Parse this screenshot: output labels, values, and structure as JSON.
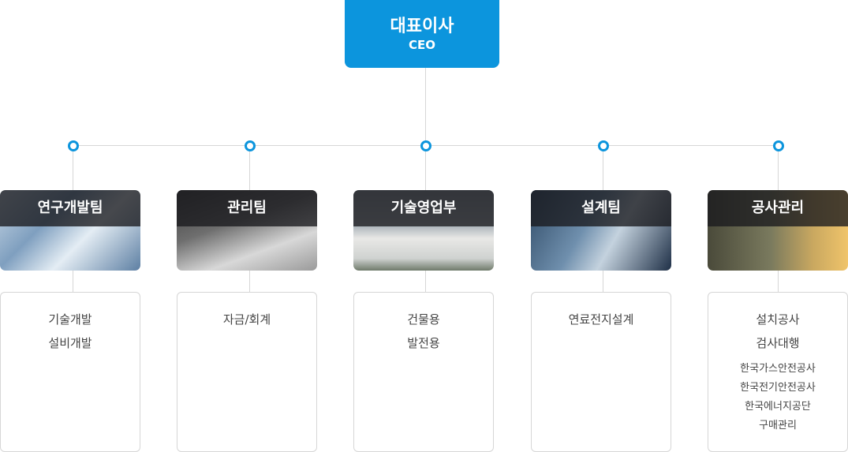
{
  "ceo": {
    "title": "대표이사",
    "subtitle": "CEO"
  },
  "colors": {
    "accent": "#0c95dd",
    "line": "#d6d6d6",
    "label_band": "#19191e"
  },
  "departments": [
    {
      "name": "연구개발팀",
      "items": [
        "기술개발",
        "설비개발"
      ],
      "sub_items": []
    },
    {
      "name": "관리팀",
      "items": [
        "자금/회계"
      ],
      "sub_items": []
    },
    {
      "name": "기술영업부",
      "items": [
        "건물용",
        "발전용"
      ],
      "sub_items": []
    },
    {
      "name": "설계팀",
      "items": [
        "연료전지설계"
      ],
      "sub_items": []
    },
    {
      "name": "공사관리",
      "items": [
        "설치공사",
        "검사대행"
      ],
      "sub_items": [
        "한국가스안전공사",
        "한국전기안전공사",
        "한국에너지공단",
        "구매관리"
      ]
    }
  ]
}
